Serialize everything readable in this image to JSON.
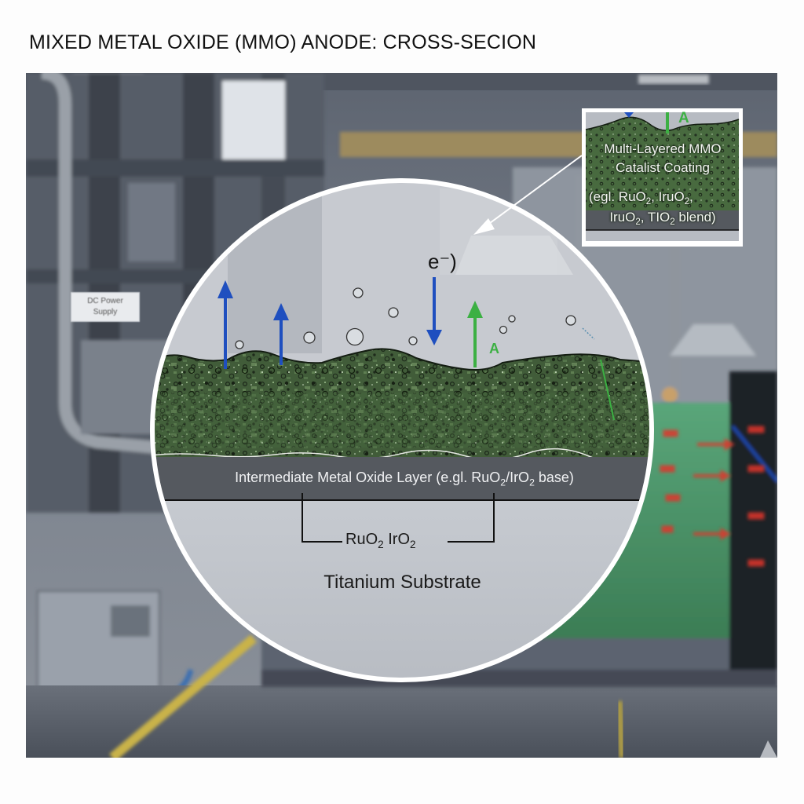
{
  "title": "MIXED METAL OXIDE (MMO) ANODE: CROSS-SECION",
  "background": {
    "scene": "industrial electrolysis plant interior",
    "equipment_label": {
      "line1": "DC Power",
      "line2": "Supply"
    }
  },
  "magnifier": {
    "electron_label": "e⁻)",
    "electron_arrow_color": "#1f4fbf",
    "up_arrow_color": "#1f4fbf",
    "green_arrow_color": "#3cb043",
    "green_arrow_label": "A",
    "coating_color": "#3f5a37",
    "intermediate_layer": {
      "label_prefix": "Intermediate Metal Oxide Layer (e.gl. RuO",
      "sub1": "2",
      "mid": "/IrO",
      "sub2": "2",
      "suffix": " base)",
      "color": "#55595f"
    },
    "bracket_label": {
      "ru": "RuO",
      "ru_sub": "2",
      "ir": " IrO",
      "ir_sub": "2"
    },
    "substrate_label": "Titanium Substrate",
    "substrate_color": "#c3c7cd"
  },
  "inset": {
    "green_label": "A",
    "line1": "Multi-Layered MMO",
    "line2": "Catalist Coating",
    "line3_a": "(egl. RuO",
    "line3_s1": "2",
    "line3_b": ", IruO",
    "line3_s2": "2",
    "line3_c": ",",
    "line4_a": "IruO",
    "line4_s1": "2",
    "line4_b": ", TIO",
    "line4_s2": "2",
    "line4_c": " blend)"
  },
  "colors": {
    "accent_blue": "#1f4fbf",
    "accent_green": "#3cb043",
    "accent_red": "#e0362c",
    "tank_green": "#3f8a5c",
    "floor_yellow": "#c9b24a"
  }
}
